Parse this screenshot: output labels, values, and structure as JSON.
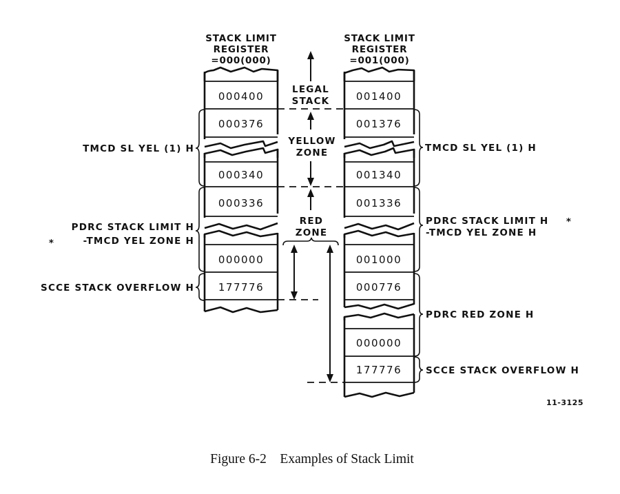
{
  "figure": {
    "caption": "Figure 6-2    Examples of Stack Limit",
    "drawing_number": "11-3125"
  },
  "left_stack": {
    "header": [
      "STACK LIMIT",
      "REGISTER",
      "=000(000)"
    ],
    "cells": [
      "000400",
      "000376",
      "000340",
      "000336",
      "000000",
      "177776"
    ],
    "labels": {
      "yellow": "TMCD SL YEL (1) H",
      "pdrc_line1": "PDRC STACK LIMIT H",
      "pdrc_line2": "-TMCD YEL ZONE H",
      "pdrc_star": "*",
      "overflow": "SCCE STACK OVERFLOW H"
    }
  },
  "right_stack": {
    "header": [
      "STACK LIMIT",
      "REGISTER",
      "=001(000)"
    ],
    "cells": [
      "001400",
      "001376",
      "001340",
      "001336",
      "001000",
      "000776",
      "000000",
      "177776"
    ],
    "labels": {
      "yellow": "TMCD SL YEL (1) H",
      "pdrc_line1": "PDRC STACK LIMIT H",
      "pdrc_star": "*",
      "pdrc_line2": "-TMCD YEL ZONE H",
      "red": "PDRC RED ZONE H",
      "overflow": "SCCE STACK OVERFLOW H"
    }
  },
  "zones": {
    "legal": [
      "LEGAL",
      "STACK"
    ],
    "yellow": [
      "YELLOW",
      "ZONE"
    ],
    "red": [
      "RED",
      "ZONE"
    ]
  }
}
